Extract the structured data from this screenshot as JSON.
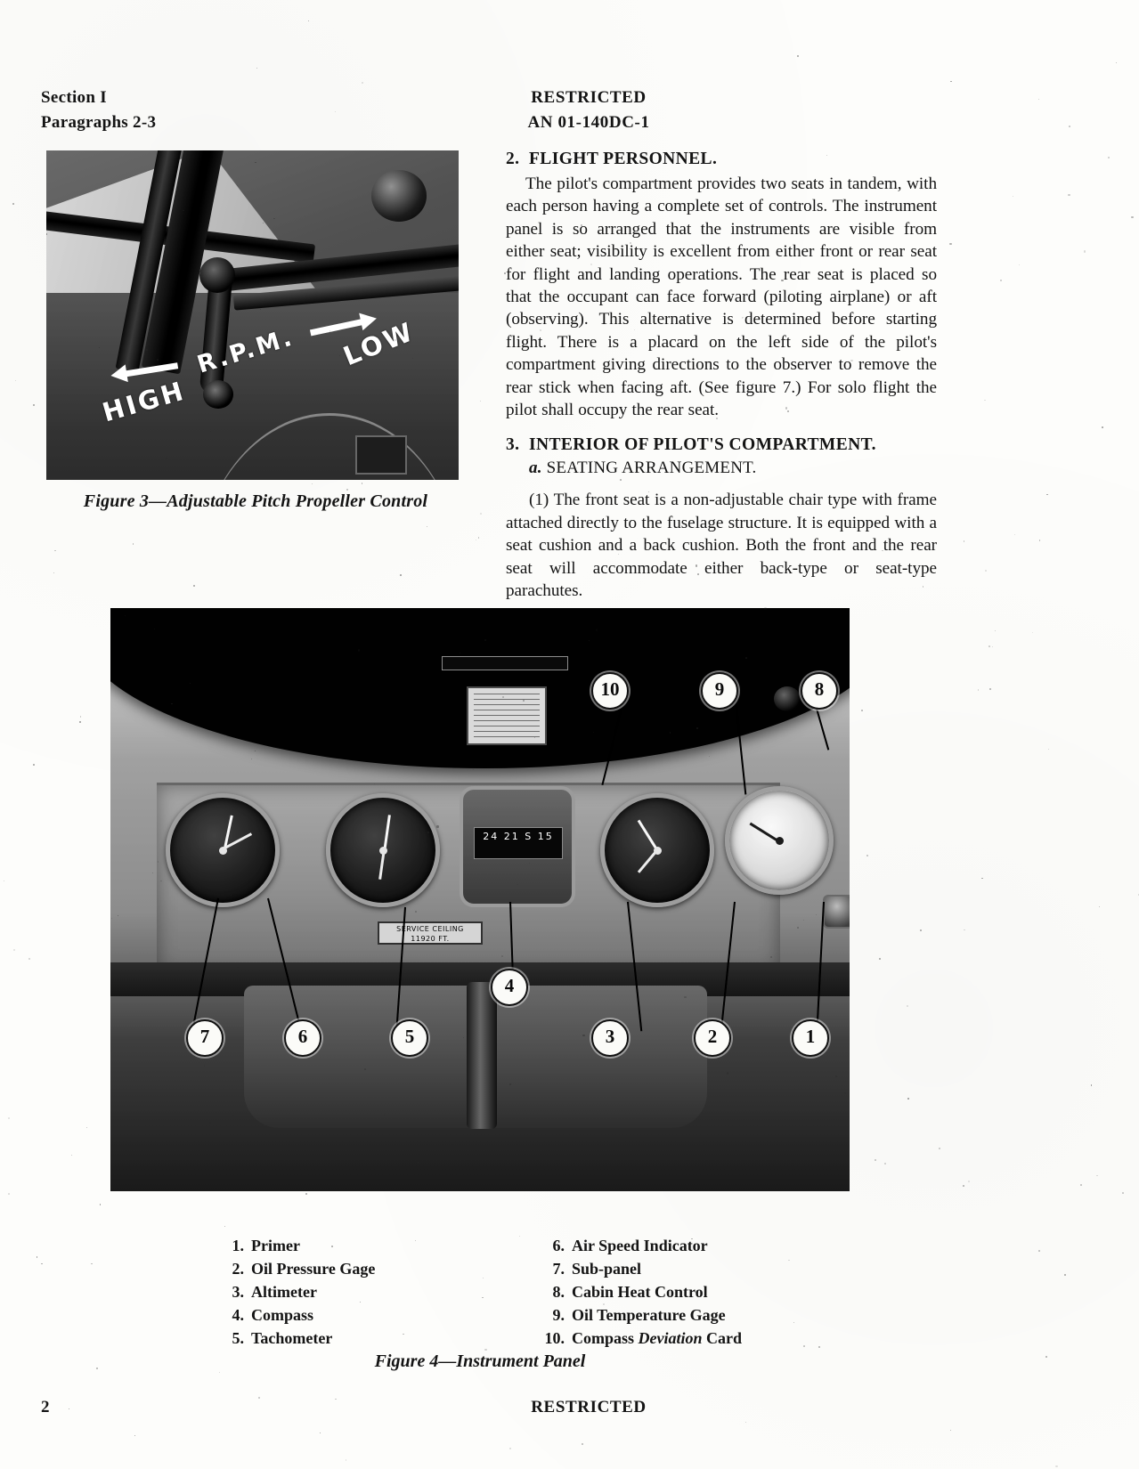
{
  "header": {
    "left_line1": "Section I",
    "left_line2": "Paragraphs 2-3",
    "center_line1": "RESTRICTED",
    "center_line2": "AN 01-140DC-1"
  },
  "figure3": {
    "caption": "Figure 3—Adjustable Pitch Propeller Control",
    "stencil_rpm": "R.P.M.",
    "stencil_low": "LOW",
    "stencil_high": "HIGH"
  },
  "sections": {
    "s2_heading_num": "2.",
    "s2_heading_text": "FLIGHT PERSONNEL.",
    "s2_paragraph": "The pilot's compartment provides two seats in tandem, with each person having a complete set of controls. The instrument panel is so arranged that the instruments are visible from either seat; visibility is excellent from either front or rear seat for flight and landing operations. The rear seat is placed so that the occupant can face forward (piloting airplane) or aft (observing). This alternative is determined before starting flight. There is a placard on the left side of the pilot's compartment giving directions to the observer to remove the rear stick when facing aft. (See figure 7.) For solo flight the pilot shall occupy the rear seat.",
    "s3_heading_num": "3.",
    "s3_heading_text": "INTERIOR OF PILOT'S COMPARTMENT.",
    "s3a_label": "a.",
    "s3a_text": "SEATING ARRANGEMENT.",
    "s3a1_paragraph": "(1) The front seat is a non-adjustable chair type with frame attached directly to the fuselage structure. It is equipped with a seat cushion and a back cushion. Both the front and the rear seat will accommodate either back-type or seat-type parachutes."
  },
  "figure4": {
    "caption": "Figure 4—Instrument Panel",
    "callouts": [
      "1",
      "2",
      "3",
      "4",
      "5",
      "6",
      "7",
      "8",
      "9",
      "10"
    ],
    "legend_left": [
      {
        "num": "1.",
        "label": "Primer"
      },
      {
        "num": "2.",
        "label": "Oil Pressure Gage"
      },
      {
        "num": "3.",
        "label": "Altimeter"
      },
      {
        "num": "4.",
        "label": "Compass"
      },
      {
        "num": "5.",
        "label": "Tachometer"
      }
    ],
    "legend_right": [
      {
        "num": "6.",
        "label": "Air Speed Indicator"
      },
      {
        "num": "7.",
        "label": "Sub-panel"
      },
      {
        "num": "8.",
        "label": "Cabin Heat Control"
      },
      {
        "num": "9.",
        "label": "Oil Temperature Gage"
      },
      {
        "num": "10.",
        "label_pre": "Compass ",
        "label_em": "Deviation",
        "label_post": " Card"
      }
    ],
    "panel_plate_line1": "SERVICE CEILING",
    "panel_plate_line2": "11920 FT.",
    "compass_card_value": "24  21   S  15"
  },
  "footer": {
    "page_number": "2",
    "classification": "RESTRICTED"
  }
}
